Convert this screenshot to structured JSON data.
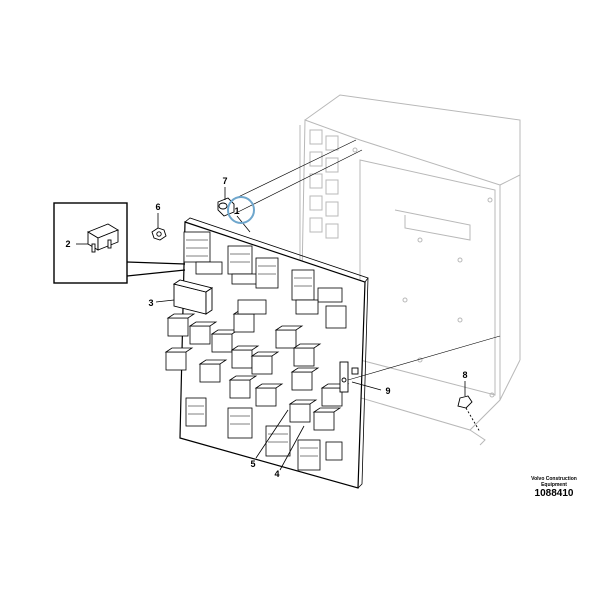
{
  "callouts": {
    "c1": "1",
    "c2": "2",
    "c3": "3",
    "c4": "4",
    "c5": "5",
    "c6": "6",
    "c7": "7",
    "c8": "8",
    "c9": "9"
  },
  "credit": {
    "line1": "Volvo Construction",
    "line2": "Equipment",
    "doc_number": "1088410"
  },
  "colors": {
    "line": "#000000",
    "cabinet_line": "#b8b8b8",
    "highlight_ring": "#6ea6cc"
  }
}
